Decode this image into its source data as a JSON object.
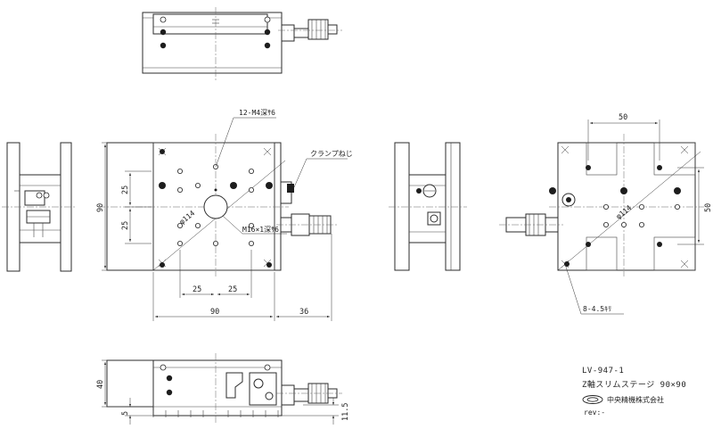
{
  "annotations": {
    "tap_holes": "12-M4深ｻ6",
    "clamp_screw": "クランプねじ",
    "center_hole": "M16×1深ｻ6",
    "pcd": "φ114",
    "pcd_right": "φ114",
    "mount_holes": "8-4.5ｷﾘ"
  },
  "dimensions": {
    "height_90": "90",
    "pitch_25_top": "25",
    "pitch_25_bottom": "25",
    "pitch_25_left": "25",
    "pitch_25_right": "25",
    "width_90": "90",
    "width_36": "36",
    "right_50_top": "50",
    "right_50_side": "50",
    "height_40": "40",
    "height_5": "5",
    "height_11_5": "11.5"
  },
  "title_block": {
    "model": "LV-947-1",
    "description": "Z軸スリムステージ 90×90",
    "company": "中央精機株式会社",
    "revision": "rev:-"
  }
}
